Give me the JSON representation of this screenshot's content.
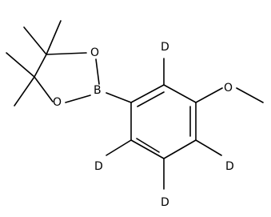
{
  "molecule": {
    "atom_labels": {
      "o_ring_top": "O",
      "o_ring_bottom": "O",
      "boron": "B",
      "deuterium_top": "D",
      "o_methoxy": "O",
      "deuterium_right": "D",
      "deuterium_bottom": "D",
      "deuterium_left": "D"
    }
  },
  "colors": {
    "bond": "#000000",
    "label": "#000000",
    "background": "#ffffff"
  }
}
